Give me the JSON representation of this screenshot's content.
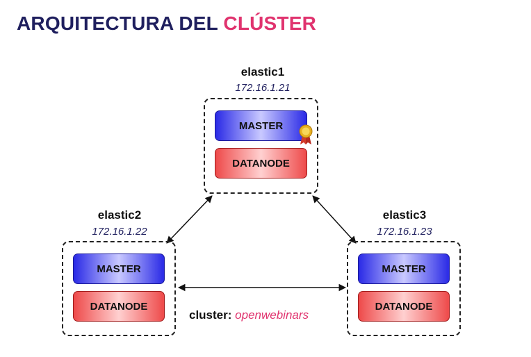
{
  "title": {
    "part1": "ARQUITECTURA DEL",
    "part2": "CLÚSTER"
  },
  "nodes": [
    {
      "name": "elastic1",
      "ip": "172.16.1.21",
      "roles": {
        "master": "MASTER",
        "datanode": "DATANODE"
      },
      "is_elected_master": true
    },
    {
      "name": "elastic2",
      "ip": "172.16.1.22",
      "roles": {
        "master": "MASTER",
        "datanode": "DATANODE"
      },
      "is_elected_master": false
    },
    {
      "name": "elastic3",
      "ip": "172.16.1.23",
      "roles": {
        "master": "MASTER",
        "datanode": "DATANODE"
      },
      "is_elected_master": false
    }
  ],
  "connections": [
    [
      "elastic1",
      "elastic2"
    ],
    [
      "elastic1",
      "elastic3"
    ],
    [
      "elastic2",
      "elastic3"
    ]
  ],
  "cluster": {
    "key": "cluster:",
    "value": "openwebinars"
  },
  "colors": {
    "title_dark": "#1f1f5e",
    "title_accent": "#e0336e",
    "master_blue": "#2a2ae6",
    "datanode_red": "#ee4a4a"
  },
  "icons": {
    "elected_master": "medal-icon"
  }
}
